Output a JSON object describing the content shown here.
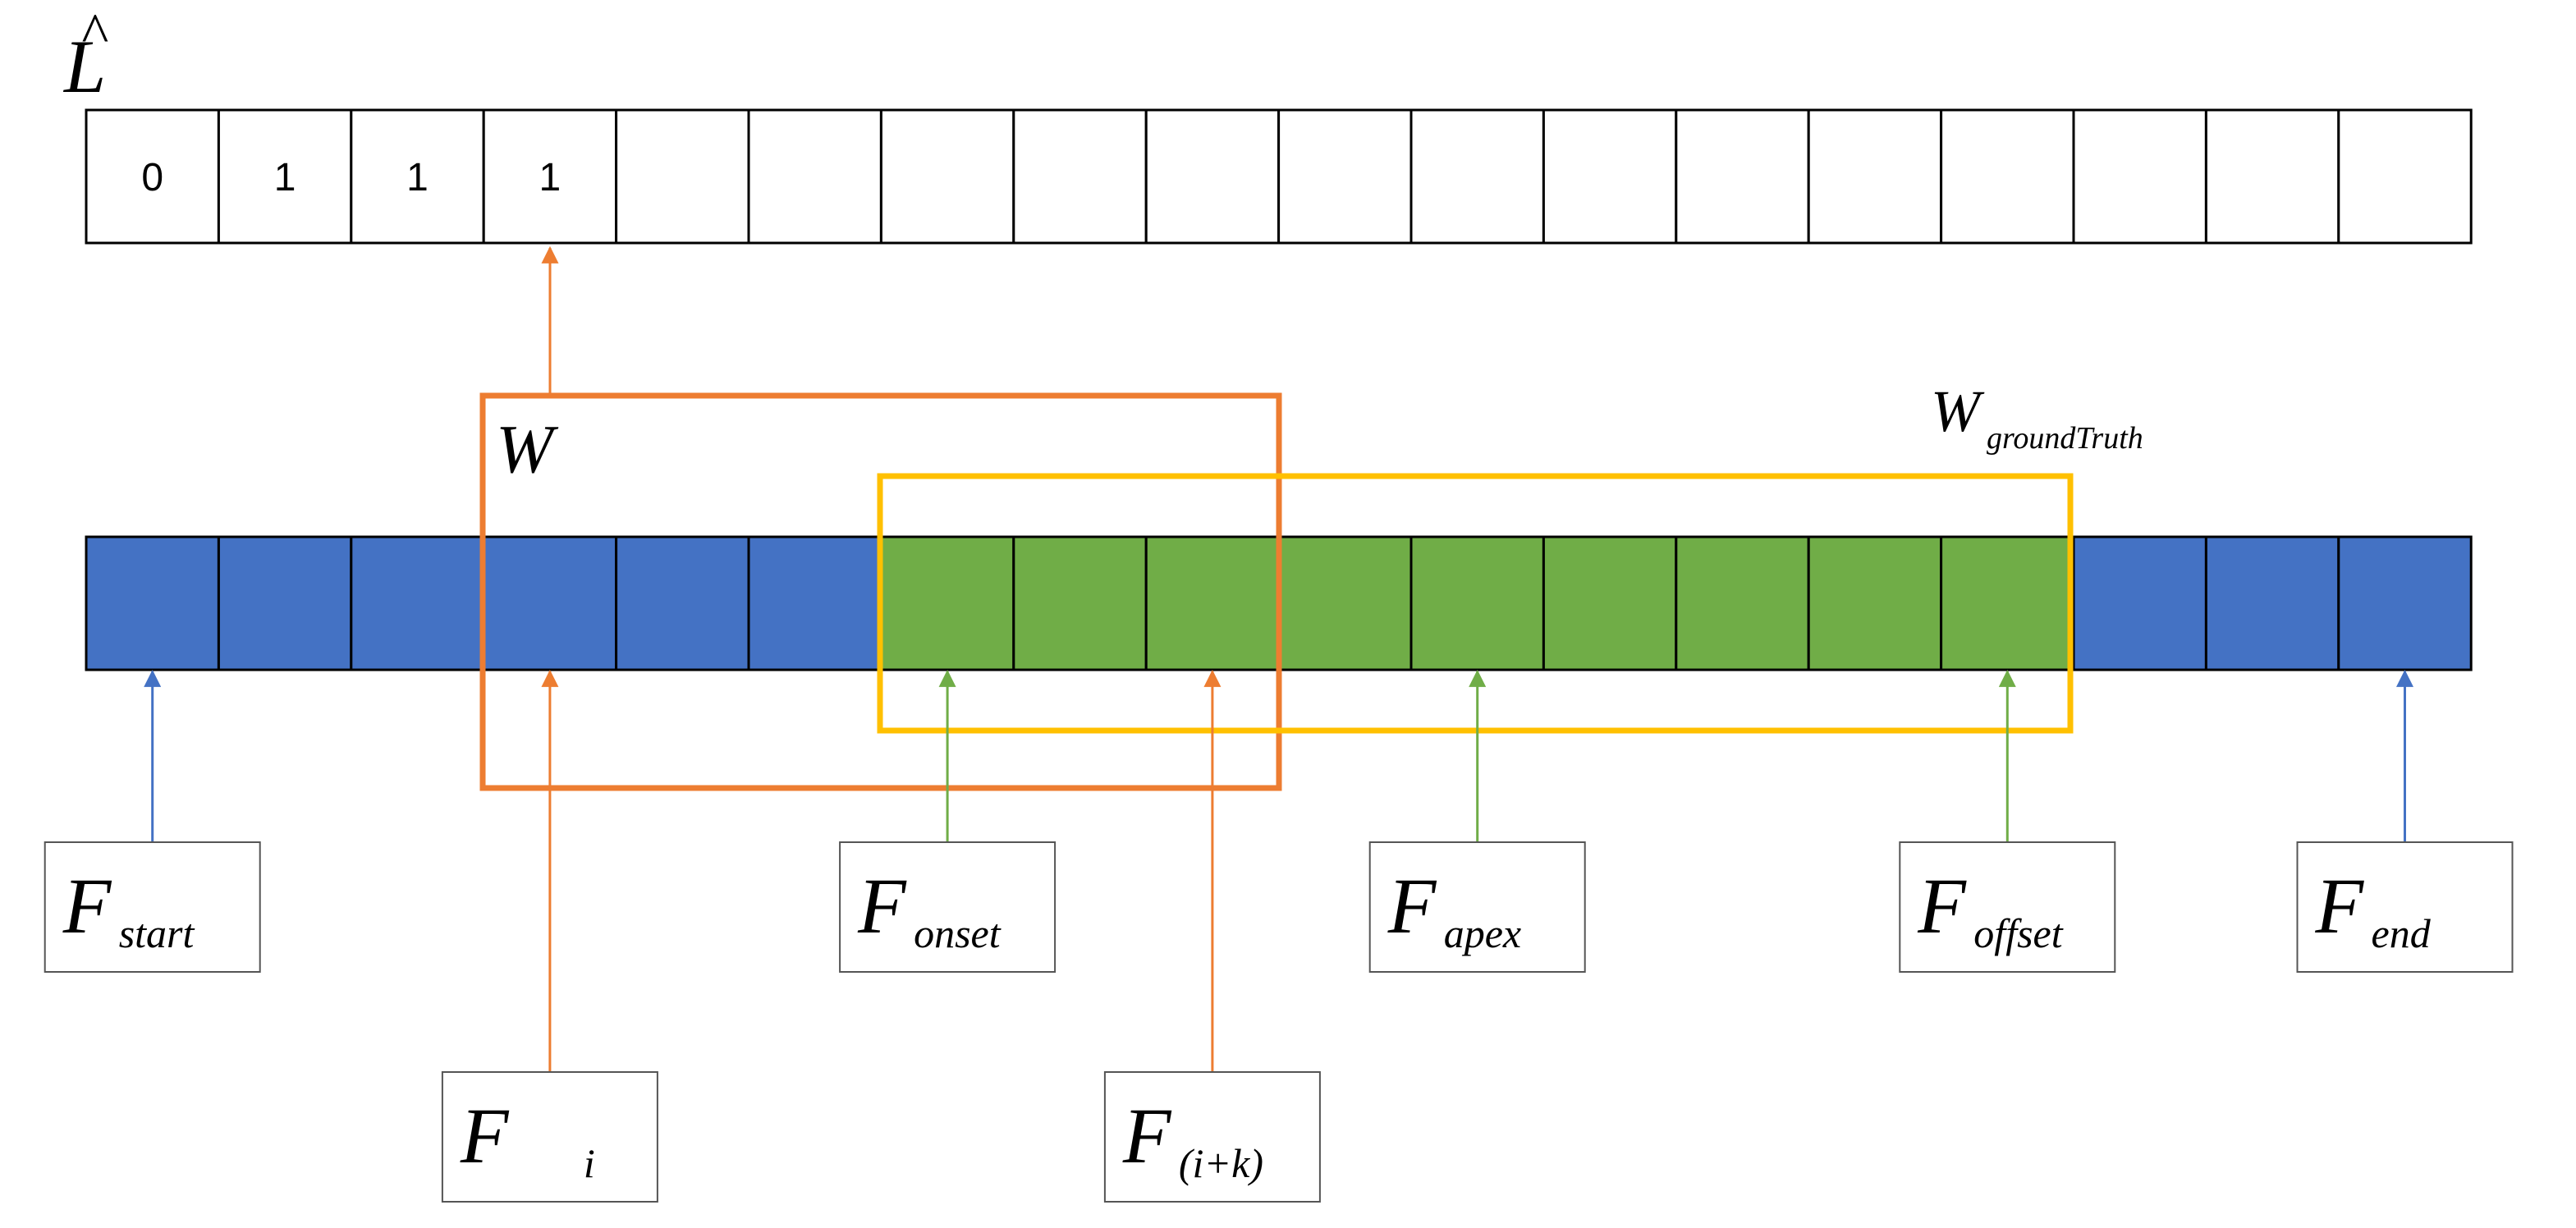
{
  "header": {
    "symbol": "L",
    "hat": "^"
  },
  "label_sequence": [
    "0",
    "1",
    "1",
    "1",
    "",
    "",
    "",
    "",
    "",
    "",
    "",
    "",
    "",
    "",
    "",
    "",
    "",
    ""
  ],
  "frame_sequence": [
    "blue",
    "blue",
    "blue",
    "blue",
    "blue",
    "blue",
    "green",
    "green",
    "green",
    "green",
    "green",
    "green",
    "green",
    "green",
    "green",
    "blue",
    "blue",
    "blue"
  ],
  "windows": {
    "w": {
      "symbol": "W",
      "subscript": ""
    },
    "ground_truth": {
      "symbol": "W",
      "subscript": "groundTruth"
    }
  },
  "frame_labels": [
    {
      "id": "start",
      "symbol": "F",
      "subscript": "start",
      "frame_index": 0,
      "row": "upper",
      "arrow": "blue"
    },
    {
      "id": "i",
      "symbol": "F",
      "subscript": "i",
      "frame_index": 3,
      "row": "lower",
      "arrow": "orange"
    },
    {
      "id": "onset",
      "symbol": "F",
      "subscript": "onset",
      "frame_index": 6,
      "row": "upper",
      "arrow": "green"
    },
    {
      "id": "ik",
      "symbol": "F",
      "subscript": "(i+k)",
      "frame_index": 8,
      "row": "lower",
      "arrow": "orange"
    },
    {
      "id": "apex",
      "symbol": "F",
      "subscript": "apex",
      "frame_index": 10,
      "row": "upper",
      "arrow": "green"
    },
    {
      "id": "offset",
      "symbol": "F",
      "subscript": "offset",
      "frame_index": 14,
      "row": "upper",
      "arrow": "green"
    },
    {
      "id": "end",
      "symbol": "F",
      "subscript": "end",
      "frame_index": 17,
      "row": "upper",
      "arrow": "blue"
    }
  ],
  "colors": {
    "frame_blue": "#4472C4",
    "frame_green": "#70AD47",
    "window_orange": "#ED7D31",
    "window_yellow": "#FFC000",
    "arrow_blue": "#4472C4",
    "arrow_green": "#70AD47",
    "arrow_orange": "#ED7D31",
    "stroke": "#000000"
  }
}
